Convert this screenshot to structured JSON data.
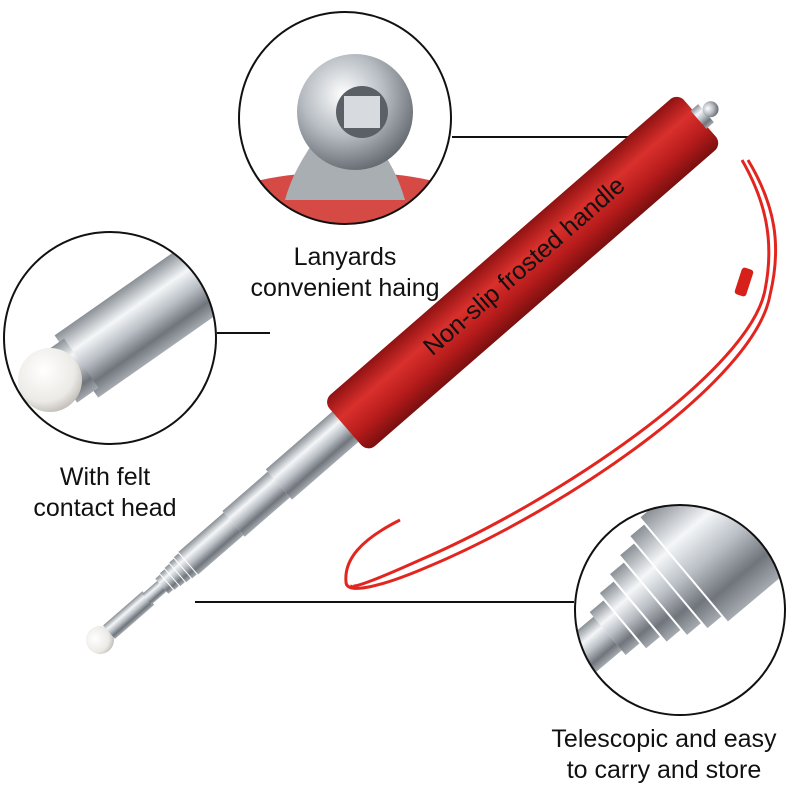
{
  "callouts": {
    "lanyard": {
      "line1": "Lanyards",
      "line2": "convenient haing"
    },
    "felt_head": {
      "line1": "With felt",
      "line2": "contact head"
    },
    "telescopic": {
      "line1": "Telescopic and easy",
      "line2": "to carry and store"
    }
  },
  "handle_label": "Non-slip frosted handle",
  "colors": {
    "handle_red": "#c81e1e",
    "steel": "#c7ccd1",
    "cord_red": "#e2261f",
    "text": "#111111"
  }
}
